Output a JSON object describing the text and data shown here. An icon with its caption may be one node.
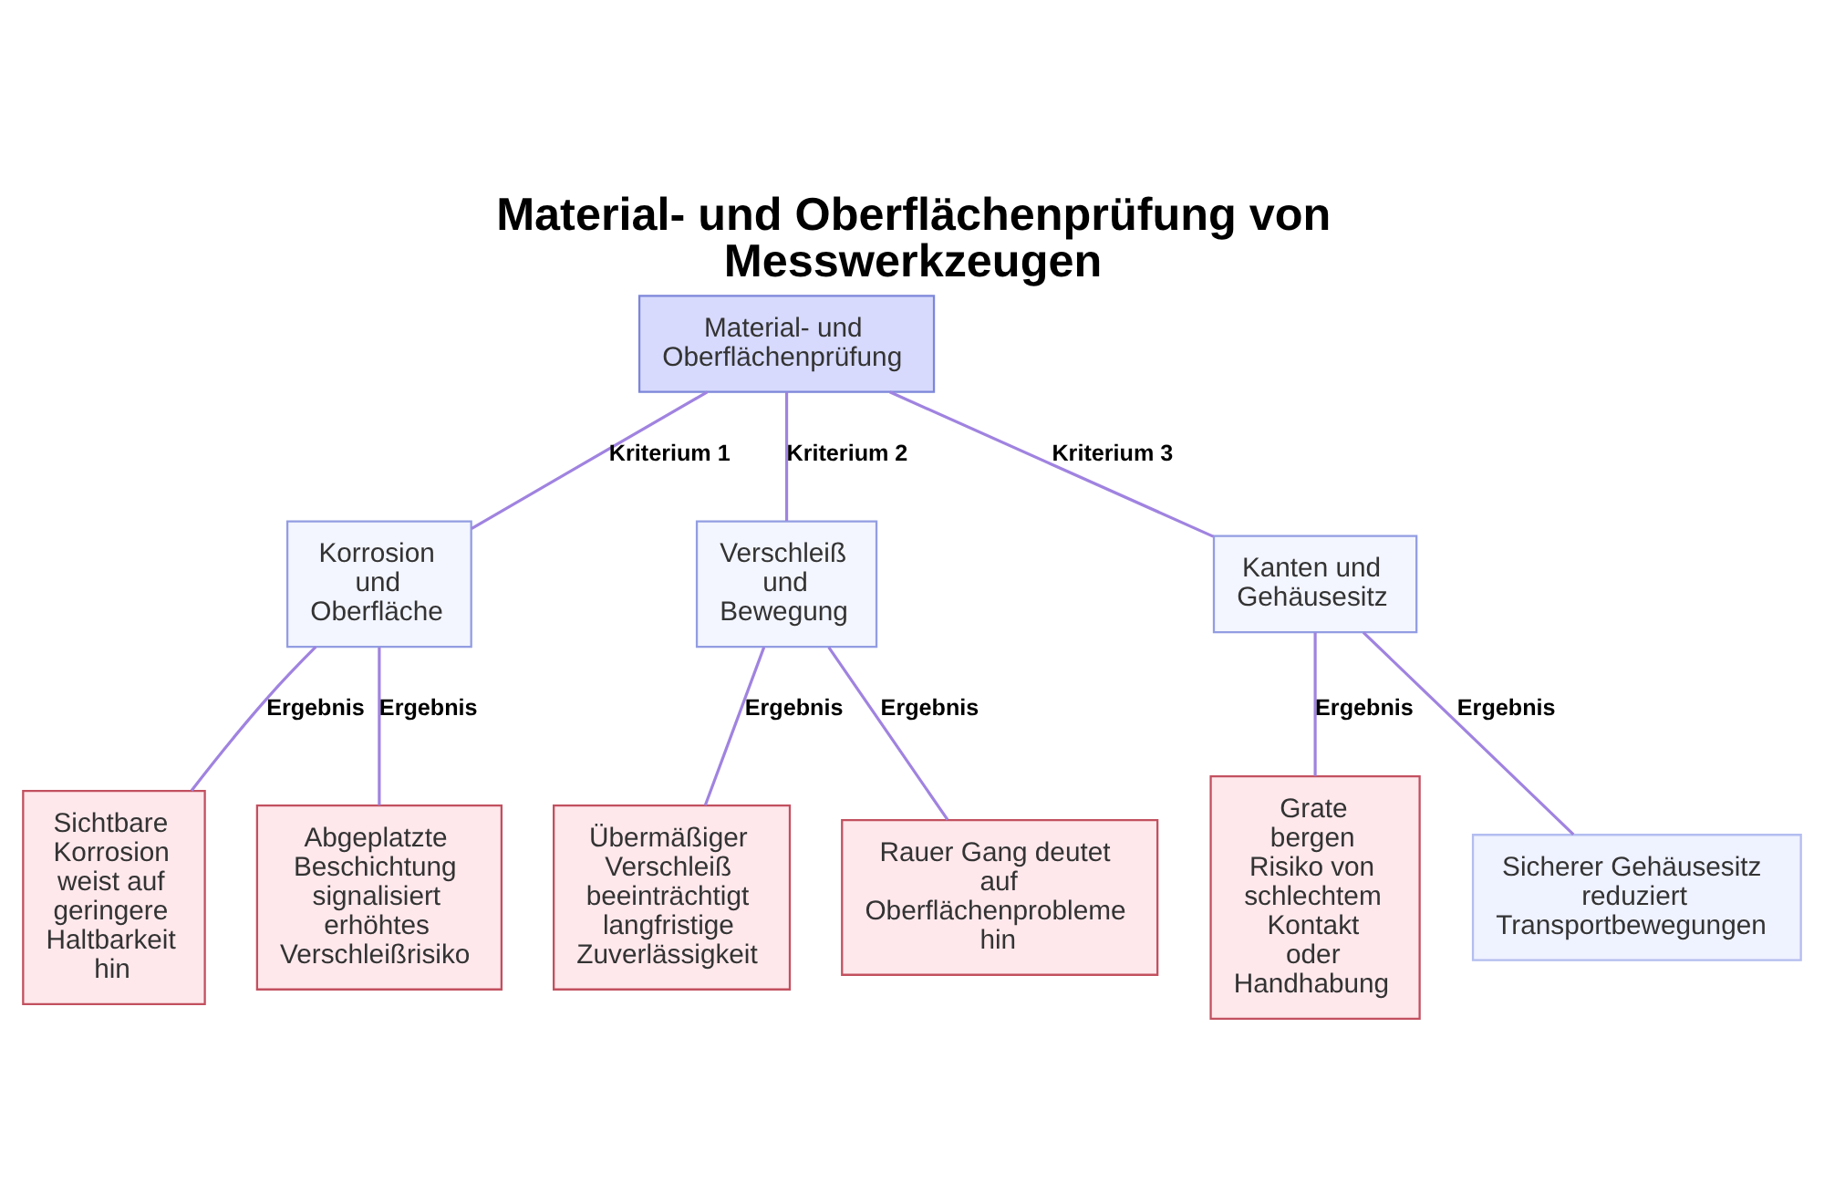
{
  "diagram": {
    "title": "Material- und Oberflächenprüfung von Messwerkzeugen",
    "nodes": [
      {
        "text": [
          "Material- und Oberflächenprüfung"
        ]
      },
      {
        "text": [
          "Korrosion und Oberfläche"
        ]
      },
      {
        "text": [
          "Verschleiß und Bewegung"
        ]
      },
      {
        "text": [
          "Kanten und Gehäusesitz"
        ]
      },
      {
        "text": [
          "Sichtbare Korrosion weist auf geringere Haltbarkeit hin"
        ]
      },
      {
        "text": [
          "Abgeplatzte Beschichtung signalisiert erhöhtes Verschleißrisiko"
        ]
      },
      {
        "text": [
          "Übermäßiger Verschleiß beeinträchtigt langfristige Zuverlässigkeit"
        ]
      },
      {
        "text": [
          "Rauer Gang deutet auf Oberflächenprobleme hin"
        ]
      },
      {
        "text": [
          "Grate bergen Risiko von schlechtem Kontakt oder Handhabung"
        ]
      },
      {
        "text": [
          "Sicherer Gehäusesitz reduziert Transportbewegungen"
        ]
      }
    ],
    "edges": [
      {
        "from": 0,
        "to": 1,
        "arrow": "none",
        "label": "Kriterium 1"
      },
      {
        "from": 0,
        "to": 2,
        "arrow": "none",
        "label": "Kriterium 2"
      },
      {
        "from": 0,
        "to": 3,
        "arrow": "none",
        "label": "Kriterium 3"
      },
      {
        "from": 1,
        "to": 4,
        "arrow": "none",
        "label": "Ergebnis"
      },
      {
        "from": 1,
        "to": 5,
        "arrow": "none",
        "label": "Ergebnis"
      },
      {
        "from": 2,
        "to": 6,
        "arrow": "none",
        "label": "Ergebnis"
      },
      {
        "from": 2,
        "to": 7,
        "arrow": "none",
        "label": "Ergebnis"
      },
      {
        "from": 3,
        "to": 8,
        "arrow": "none",
        "label": "Ergebnis"
      },
      {
        "from": 3,
        "to": 9,
        "arrow": "none",
        "label": "Ergebnis"
      }
    ]
  }
}
